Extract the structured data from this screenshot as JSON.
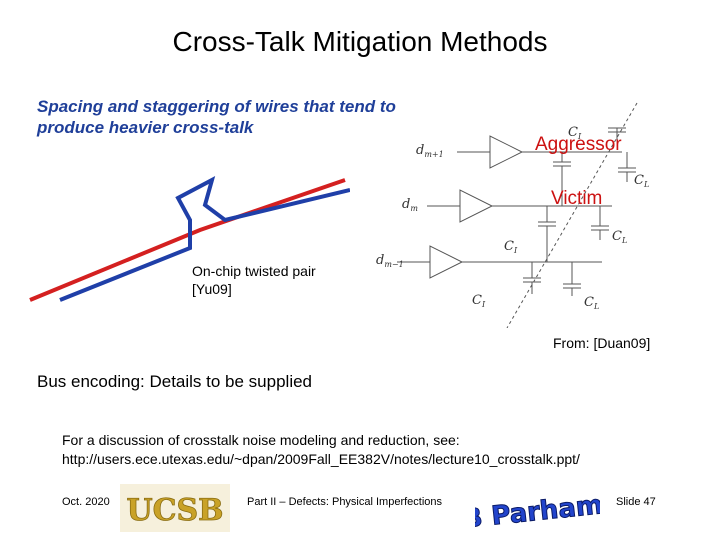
{
  "title": "Cross-Talk Mitigation Methods",
  "spacing_text": "Spacing and staggering of wires that tend to produce heavier cross-talk",
  "twisted_pair": {
    "line1": "On-chip twisted pair",
    "line2": "[Yu09]"
  },
  "circuit": {
    "aggressor": "Aggressor",
    "victim": "Victim",
    "labels": {
      "dm1": "d",
      "dm1_sub": "m+1",
      "dm": "d",
      "dm_sub": "m",
      "dm_1": "d",
      "dm_1_sub": "m−1",
      "ci": "C",
      "ci_sub": "I",
      "cl": "C",
      "cl_sub": "L"
    },
    "source": "From: [Duan09]"
  },
  "bus_encoding": "Bus encoding: Details to be supplied",
  "discussion": {
    "line1": "For a discussion of crosstalk noise modeling and reduction, see:",
    "line2": "http://users.ece.utexas.edu/~dpan/2009Fall_EE382V/notes/lecture10_crosstalk.ppt/"
  },
  "footer": {
    "date": "Oct. 2020",
    "middle": "Part II – Defects: Physical Imperfections",
    "slide": "Slide 47",
    "logo_ucsb": "UCSB",
    "logo_author": "B Parhami"
  },
  "colors": {
    "wire_red": "#d42020",
    "wire_blue": "#1f3fa8",
    "label_red": "#cc1111"
  }
}
